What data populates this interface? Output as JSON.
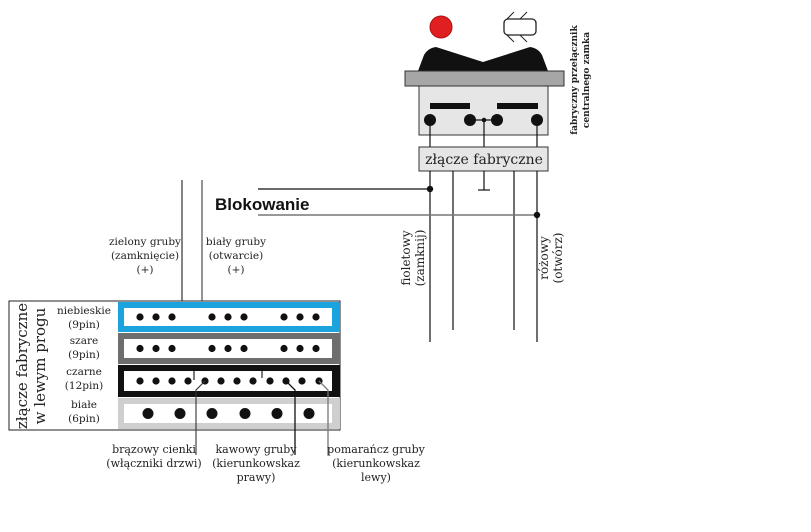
{
  "switch": {
    "side_label_line1": "fabryczny przełącznik",
    "side_label_line2": "centralnego zamka",
    "lock_indicator_color": "#e02020",
    "connector_label": "złącze fabryczne"
  },
  "blocking_label": "Blokowanie",
  "right_wires": [
    {
      "name": "fioletowy",
      "function": "(zamknij)"
    },
    {
      "name": "różowy",
      "function": "(otwórz)"
    }
  ],
  "top_wires": [
    {
      "name": "zielony gruby",
      "function": "(zamknięcie)",
      "polarity": "(+)"
    },
    {
      "name": "biały gruby",
      "function": "(otwarcie)",
      "polarity": "(+)"
    }
  ],
  "sill_connector": {
    "title_line1": "złącze fabryczne",
    "title_line2": "w lewym progu",
    "rows": [
      {
        "color_name": "niebieskie",
        "pins_label": "(9pin)",
        "pins": 9,
        "border_color": "#1aa3dd"
      },
      {
        "color_name": "szare",
        "pins_label": "(9pin)",
        "pins": 9,
        "border_color": "#6e6e6e"
      },
      {
        "color_name": "czarne",
        "pins_label": "(12pin)",
        "pins": 12,
        "border_color": "#111111"
      },
      {
        "color_name": "białe",
        "pins_label": "(6pin)",
        "pins": 6,
        "border_color": "#cfcfcf"
      }
    ]
  },
  "bottom_wires": [
    {
      "line1": "brązowy cienki",
      "line2": "(włączniki drzwi)",
      "line3": ""
    },
    {
      "line1": "kawowy gruby",
      "line2": "(kierunkowskaz",
      "line3": "prawy)"
    },
    {
      "line1": "pomarańcz gruby",
      "line2": "(kierunkowskaz",
      "line3": "lewy)"
    }
  ]
}
